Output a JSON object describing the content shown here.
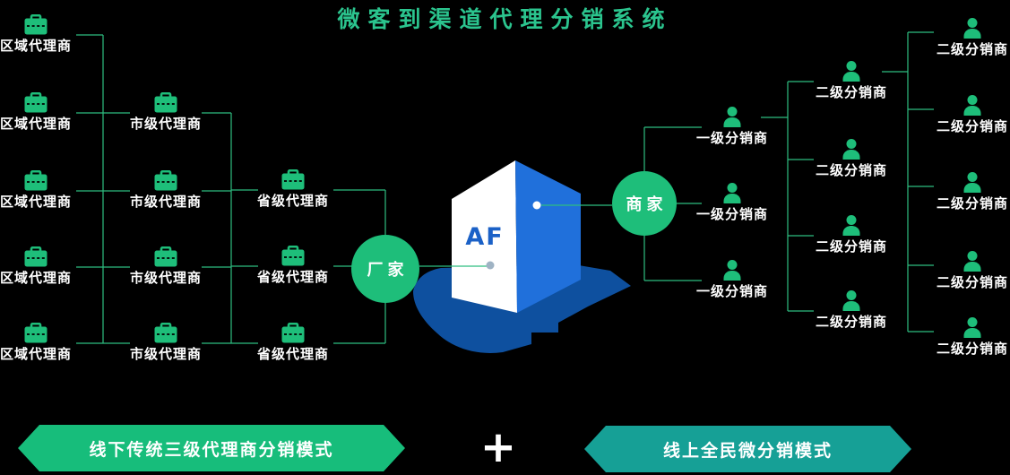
{
  "title": "微客到渠道代理分销系统",
  "left_tree": {
    "root_label": "厂家",
    "columns": [
      {
        "role": "区域代理商",
        "labels": [
          "区域代理商",
          "区域代理商",
          "区域代理商",
          "区域代理商",
          "区域代理商"
        ]
      },
      {
        "role": "市级代理商",
        "labels": [
          "市级代理商",
          "市级代理商",
          "市级代理商",
          "市级代理商"
        ]
      },
      {
        "role": "省级代理商",
        "labels": [
          "省级代理商",
          "省级代理商",
          "省级代理商"
        ]
      }
    ]
  },
  "center_box": {
    "label": "AF"
  },
  "right_tree": {
    "root_label": "商家",
    "columns": [
      {
        "role": "一级分销商",
        "labels": [
          "一级分销商",
          "一级分销商",
          "一级分销商"
        ]
      },
      {
        "role": "二级分销商",
        "labels": [
          "二级分销商",
          "二级分销商",
          "二级分销商",
          "二级分销商"
        ]
      },
      {
        "role": "二级分销商",
        "labels": [
          "二级分销商",
          "二级分销商",
          "二级分销商",
          "二级分销商",
          "二级分销商"
        ]
      }
    ]
  },
  "footer": {
    "left_banner": "线下传统三级代理商分销模式",
    "plus": "+",
    "right_banner": "线上全民微分销模式"
  },
  "colors": {
    "background": "#000000",
    "accent_green": "#1ebe7a",
    "line_green": "#2ebd80",
    "title_green": "#2bc48e",
    "banner_left_green": "#17bd7b",
    "banner_right_teal": "#16a096",
    "box_blue": "#2070db",
    "box_face_white": "#ffffff",
    "base_dark_blue": "#0e509f",
    "af_text_blue": "#1b61c7",
    "dot_gray": "#9fb3c4",
    "label_white": "#ffffff"
  }
}
